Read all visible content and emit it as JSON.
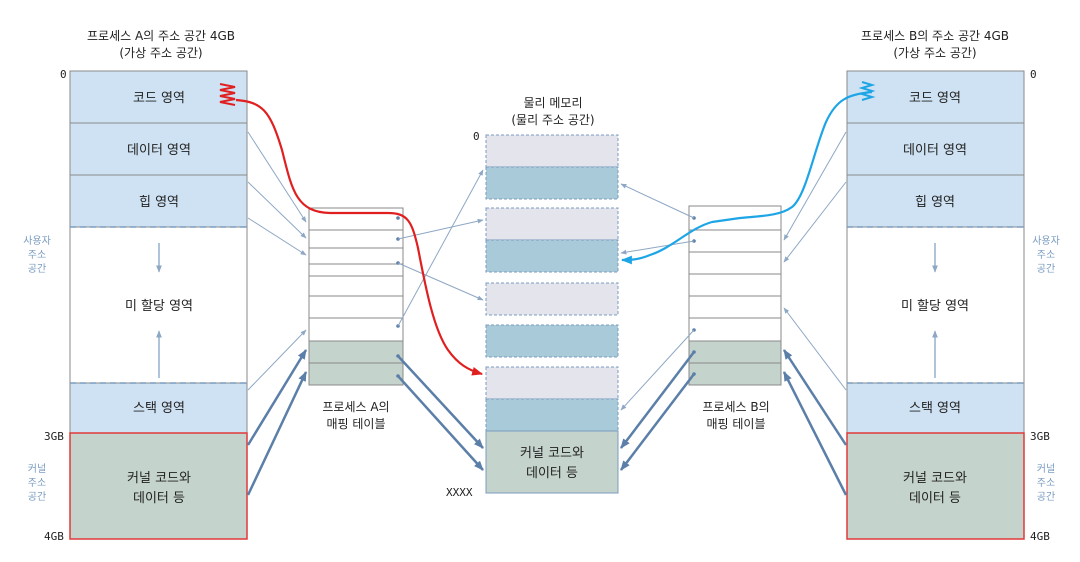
{
  "processA": {
    "title_line1": "프로세스 A의 주소 공간 4GB",
    "title_line2": "(가상 주소 공간)",
    "segments": {
      "code": "코드 영역",
      "data": "데이터 영역",
      "heap": "힙 영역",
      "unalloc": "미 할당 영역",
      "stack": "스택 영역",
      "kernel_line1": "커널 코드와",
      "kernel_line2": "데이터 등"
    },
    "addr_0": "0",
    "addr_3gb": "3GB",
    "addr_4gb": "4GB",
    "user_space": [
      "사용자",
      "주소",
      "공간"
    ],
    "kernel_space": [
      "커널",
      "주소",
      "공간"
    ],
    "table_line1": "프로세스 A의",
    "table_line2": "매핑 테이블"
  },
  "processB": {
    "title_line1": "프로세스 B의 주소 공간 4GB",
    "title_line2": "(가상 주소 공간)",
    "segments": {
      "code": "코드 영역",
      "data": "데이터 영역",
      "heap": "힙 영역",
      "unalloc": "미 할당 영역",
      "stack": "스택 영역",
      "kernel_line1": "커널 코드와",
      "kernel_line2": "데이터 등"
    },
    "addr_0": "0",
    "addr_3gb": "3GB",
    "addr_4gb": "4GB",
    "user_space": [
      "사용자",
      "주소",
      "공간"
    ],
    "kernel_space": [
      "커널",
      "주소",
      "공간"
    ],
    "table_line1": "프로세스 B의",
    "table_line2": "매핑 테이블"
  },
  "physical": {
    "title_line1": "물리 메모리",
    "title_line2": "(물리 주소 공간)",
    "addr_0": "0",
    "addr_end": "XXXX",
    "kernel_line1": "커널 코드와",
    "kernel_line2": "데이터 등"
  },
  "colors": {
    "user_segment": "#cfe2f3",
    "kernel_segment": "#c5d3cd",
    "kernel_border": "#e03a3a",
    "phys_light": "#e4e4ec",
    "phys_dark": "#a9cad8",
    "arrow_thin": "#8ea7c4",
    "arrow_thick": "#5b7fa8",
    "path_a": "#e02020",
    "path_b": "#1ea5e6",
    "side_label": "#7a9cc0"
  }
}
